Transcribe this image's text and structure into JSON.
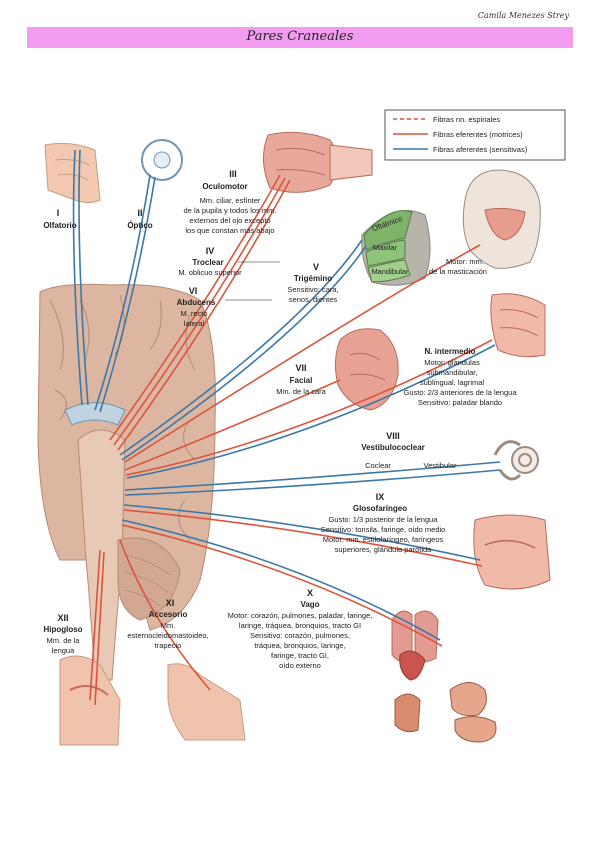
{
  "author": "Camila Menezes Strey",
  "title": "Pares Craneales",
  "legend": [
    {
      "label": "Fibras nn. espinales",
      "color": "#d9553f",
      "style": "dashed"
    },
    {
      "label": "Fibras eferentes (motrices)",
      "color": "#d9553f",
      "style": "solid"
    },
    {
      "label": "Fibras aferentes (sensitivas)",
      "color": "#3b78a8",
      "style": "solid"
    }
  ],
  "nerves": {
    "i": {
      "num": "I",
      "name": "Olfatorio"
    },
    "ii": {
      "num": "II",
      "name": "Óptico"
    },
    "iii": {
      "num": "III",
      "name": "Oculomotor",
      "d1": "Mm. ciliar, esfínter",
      "d2": "de la pupila y todos los mm.",
      "d3": "externos del ojo excepto",
      "d4": "los que constan más abajo"
    },
    "iv": {
      "num": "IV",
      "name": "Troclear",
      "d1": "M. oblicuo superior"
    },
    "v": {
      "num": "V",
      "name": "Trigémino",
      "d1": "Sensitivo: cara,",
      "d2": "senos, dientes",
      "motor1": "Motor: mm.",
      "motor2": "de la masticación",
      "branch1": "Oftálmico",
      "branch2": "Maxilar",
      "branch3": "Mandibular"
    },
    "vi": {
      "num": "VI",
      "name": "Abducens",
      "d1": "M. recto",
      "d2": "lateral"
    },
    "vii": {
      "num": "VII",
      "name": "Facial",
      "d1": "Mm. de la cara"
    },
    "ni": {
      "name": "N. intermedio",
      "d1": "Motor: glándulas",
      "d2": "submandibular,",
      "d3": "sublingual, lagrimal",
      "d4": "Gusto: 2/3 anteriores de la lengua",
      "d5": "Sensitivo: paladar blando"
    },
    "viii": {
      "num": "VIII",
      "name": "Vestibulococlear",
      "d1": "Coclear",
      "d2": "Vestibular"
    },
    "ix": {
      "num": "IX",
      "name": "Glosofaríngeo",
      "d1": "Gusto: 1/3 posterior de la lengua",
      "d2": "Sensitivo: tonsila, faringe, oído medio",
      "d3": "Motor: mm. estilofaríngeo, faríngeos",
      "d4": "superiores, glándula parótida"
    },
    "x": {
      "num": "X",
      "name": "Vago",
      "d1": "Motor: corazón, pulmones, paladar, faringe,",
      "d2": "laringe, tráquea, bronquios, tracto GI",
      "d3": "Sensitivo: corazón, pulmones,",
      "d4": "tráquea, bronquios, laringe,",
      "d5": "faringe, tracto GI,",
      "d6": "oído externo"
    },
    "xi": {
      "num": "XI",
      "name": "Accesorio",
      "d1": "Mm.",
      "d2": "esternocleidomastoideo,",
      "d3": "trapecio"
    },
    "xii": {
      "num": "XII",
      "name": "Hipogloso",
      "d1": "Mm. de la",
      "d2": "lengua"
    }
  },
  "colors": {
    "title_bar": "#f29cf0",
    "motor": "#d9553f",
    "sensory": "#3b78a8",
    "brain": "#d9b29a",
    "skin": "#f2c9b0"
  }
}
